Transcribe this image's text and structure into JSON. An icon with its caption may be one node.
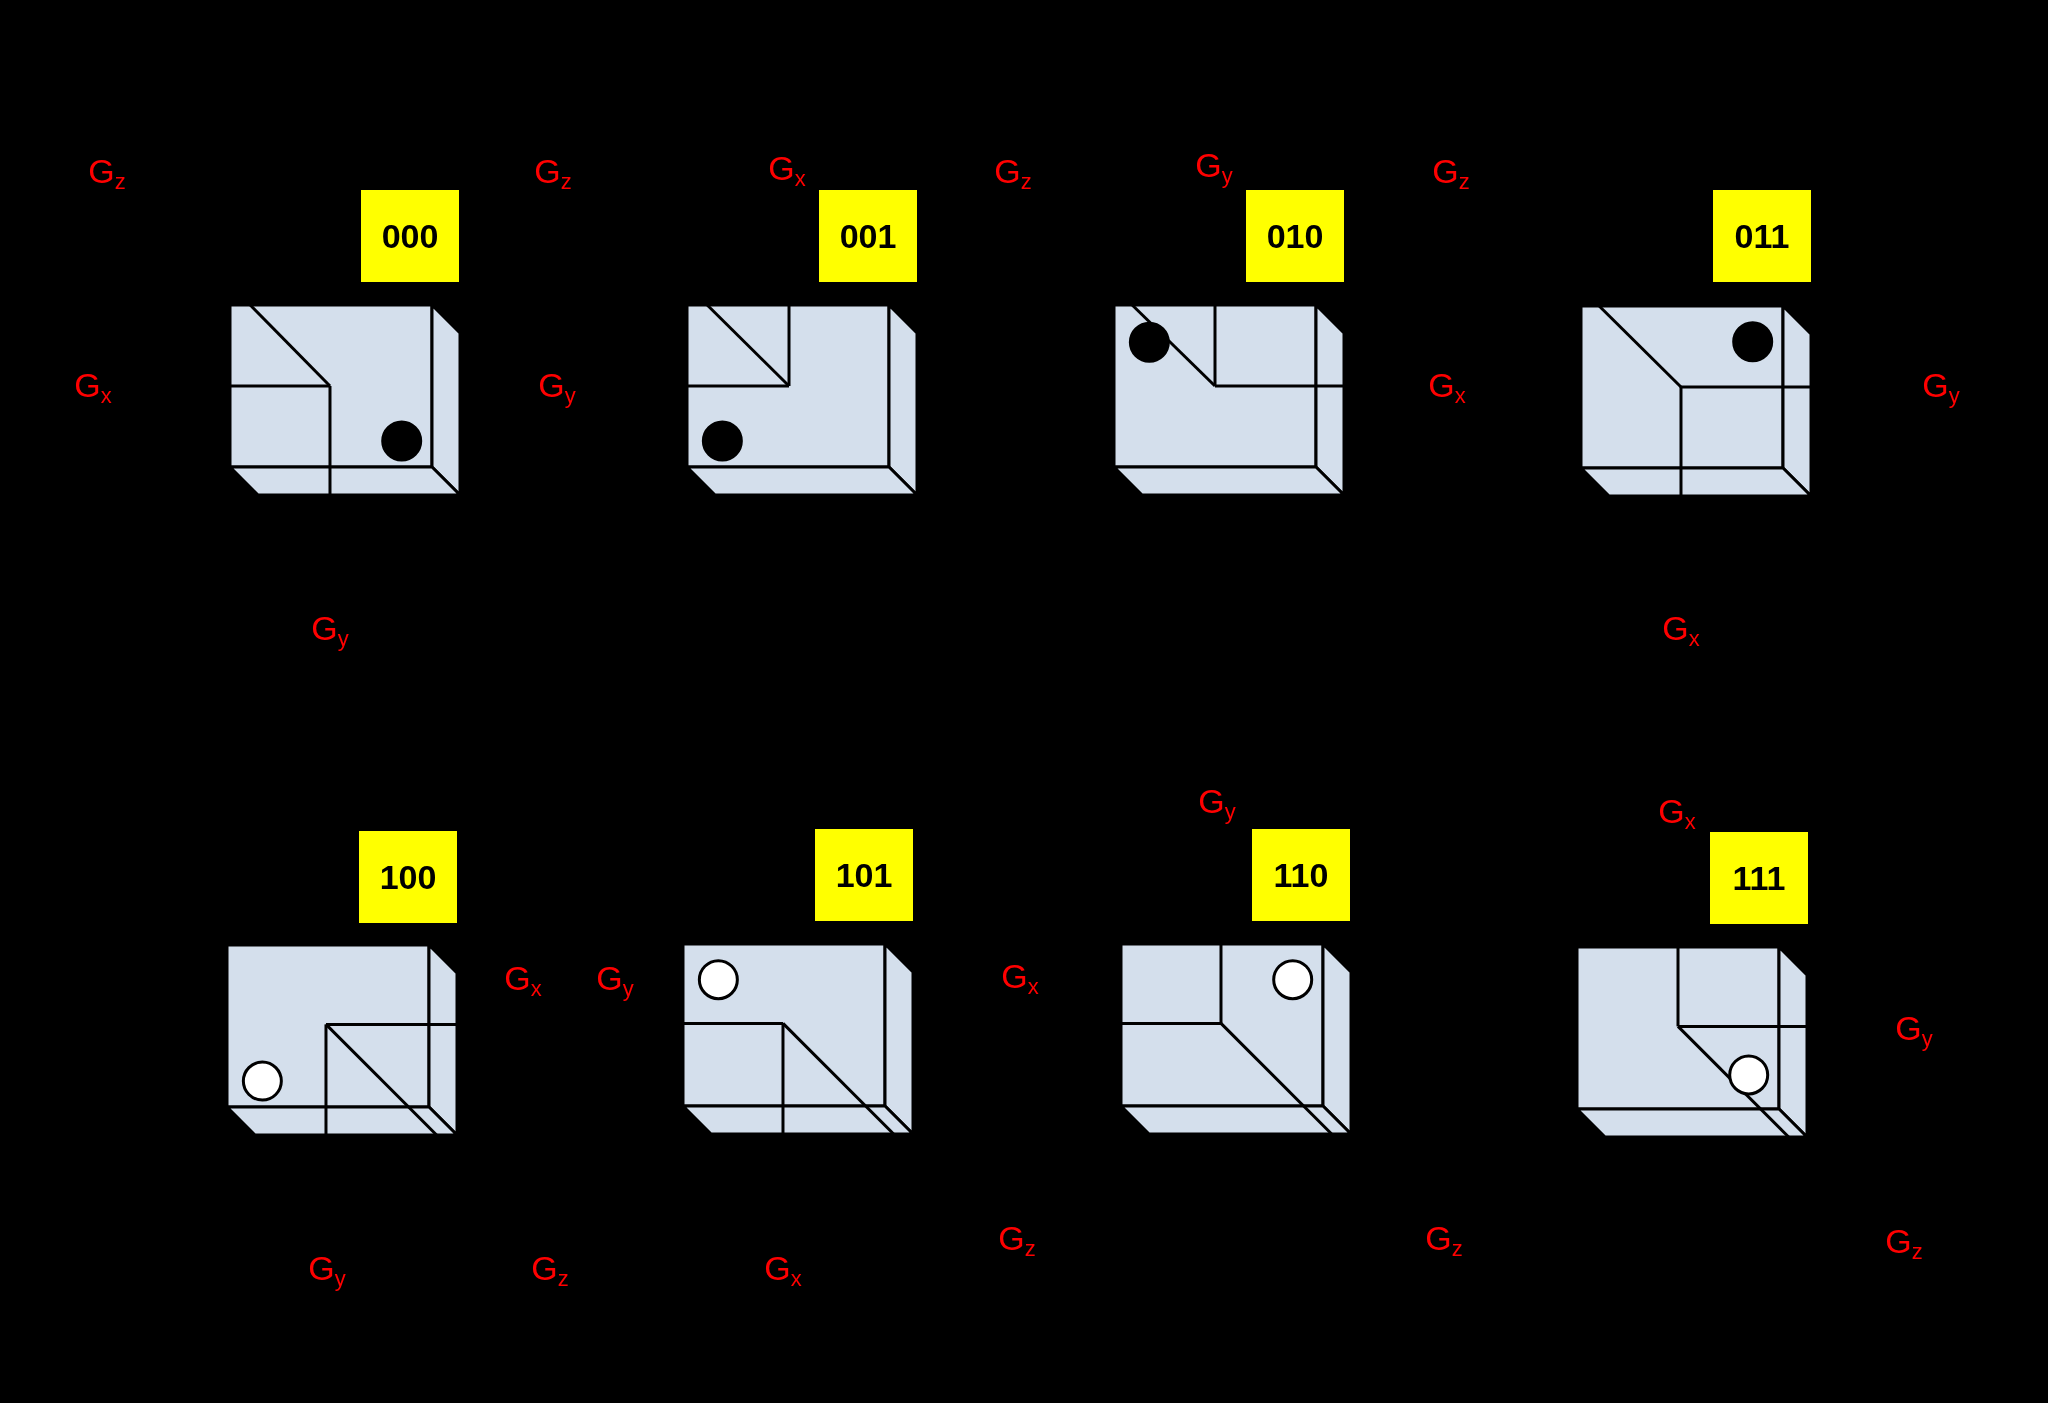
{
  "diagram": {
    "nodes": [
      {
        "text": [
          "000"
        ]
      },
      {
        "text": [
          "001"
        ]
      },
      {
        "text": [
          "010"
        ]
      },
      {
        "text": [
          "011"
        ]
      },
      {
        "text": [
          "100"
        ]
      },
      {
        "text": [
          "101"
        ]
      },
      {
        "text": [
          "110"
        ]
      },
      {
        "text": [
          "111"
        ]
      }
    ],
    "labels": [
      "G$_{z}$",
      "G$_{z}$",
      "G$_{x}$",
      "G$_{z}$",
      "G$_{y}$",
      "G$_{z}$",
      "G$_{x}$",
      "G$_{y}$",
      "G$_{x}$",
      "G$_{y}$",
      "G$_{y}$",
      "G$_{x}$",
      "G$_{y}$",
      "G$_{x}$",
      "G$_{x}$",
      "G$_{y}$",
      "G$_{x}$",
      "G$_{y}$",
      "G$_{y}$",
      "G$_{z}$",
      "G$_{x}$",
      "G$_{z}$",
      "G$_{z}$",
      "G$_{z}$"
    ]
  }
}
